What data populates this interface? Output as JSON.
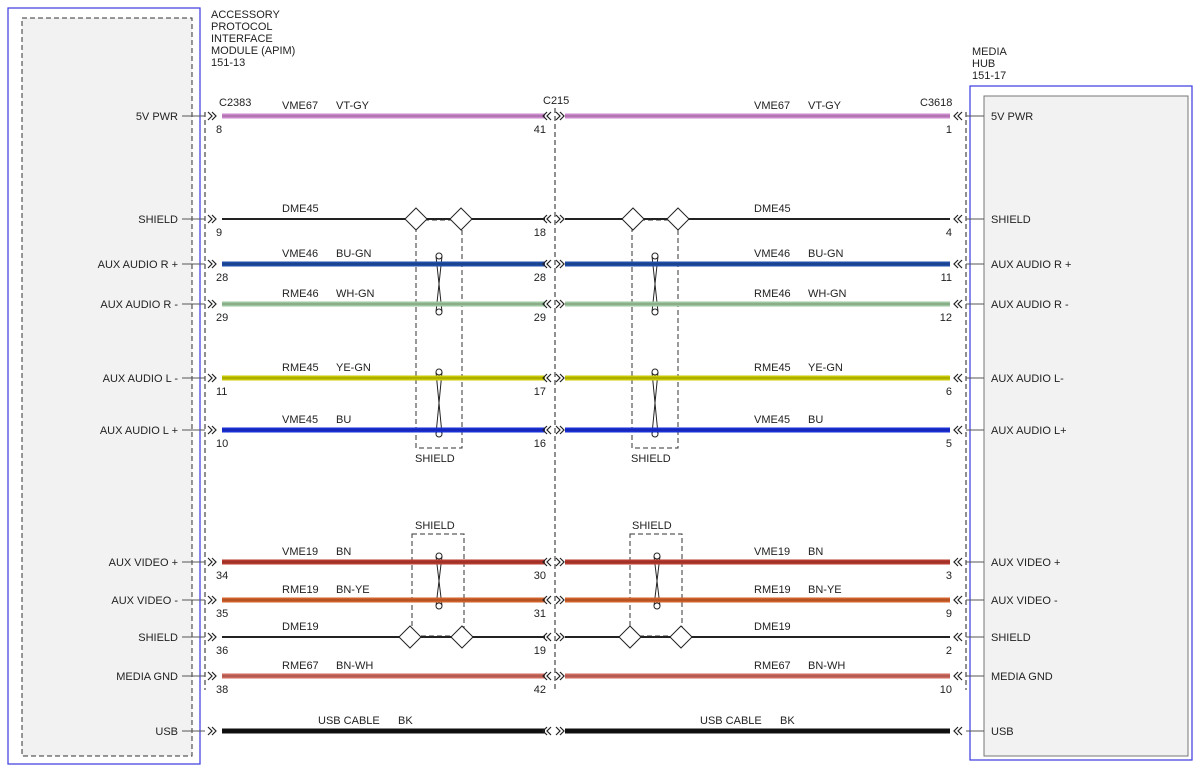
{
  "modules": {
    "left": {
      "lines": [
        "ACCESSORY",
        "PROTOCOL",
        "INTERFACE",
        "MODULE (APIM)",
        "151-13"
      ]
    },
    "right": {
      "lines": [
        "MEDIA",
        "HUB",
        "151-17"
      ]
    }
  },
  "connectors": {
    "left": "C2383",
    "mid": "C215",
    "right": "C3618"
  },
  "shield_label": "SHIELD",
  "colors": {
    "VT-GY": "#cc88cc",
    "BU-GN": "#1f4fa6",
    "WH-GN": "#9fc79f",
    "YE-GN": "#c8c800",
    "BU": "#1a2fd6",
    "BN": "#b83a2e",
    "BN-YE": "#d2602a",
    "BK": "#111111",
    "BN-WH": "#cf6a5f",
    "module_border": "#3a3adf"
  },
  "wires": [
    {
      "left_label": "5V PWR",
      "right_label": "5V PWR",
      "circuit_left": "VME67",
      "color_left": "VT-GY",
      "circuit_right": "VME67",
      "color_right": "VT-GY",
      "pin_left": "8",
      "pin_mid_l": "41",
      "pin_mid_r": "",
      "pin_right": "1"
    },
    {
      "left_label": "SHIELD",
      "right_label": "SHIELD",
      "circuit_left": "DME45",
      "color_left": "",
      "circuit_right": "DME45",
      "color_right": "",
      "pin_left": "9",
      "pin_mid_l": "18",
      "pin_mid_r": "",
      "pin_right": "4"
    },
    {
      "left_label": "AUX AUDIO R +",
      "right_label": "AUX AUDIO R +",
      "circuit_left": "VME46",
      "color_left": "BU-GN",
      "circuit_right": "VME46",
      "color_right": "BU-GN",
      "pin_left": "28",
      "pin_mid_l": "28",
      "pin_mid_r": "",
      "pin_right": "11"
    },
    {
      "left_label": "AUX AUDIO R -",
      "right_label": "AUX AUDIO R -",
      "circuit_left": "RME46",
      "color_left": "WH-GN",
      "circuit_right": "RME46",
      "color_right": "WH-GN",
      "pin_left": "29",
      "pin_mid_l": "29",
      "pin_mid_r": "",
      "pin_right": "12"
    },
    {
      "left_label": "AUX AUDIO L -",
      "right_label": "AUX AUDIO L-",
      "circuit_left": "RME45",
      "color_left": "YE-GN",
      "circuit_right": "RME45",
      "color_right": "YE-GN",
      "pin_left": "11",
      "pin_mid_l": "17",
      "pin_mid_r": "",
      "pin_right": "6"
    },
    {
      "left_label": "AUX AUDIO L +",
      "right_label": "AUX AUDIO L+",
      "circuit_left": "VME45",
      "color_left": "BU",
      "circuit_right": "VME45",
      "color_right": "BU",
      "pin_left": "10",
      "pin_mid_l": "16",
      "pin_mid_r": "",
      "pin_right": "5"
    },
    {
      "left_label": "AUX VIDEO +",
      "right_label": "AUX VIDEO +",
      "circuit_left": "VME19",
      "color_left": "BN",
      "circuit_right": "VME19",
      "color_right": "BN",
      "pin_left": "34",
      "pin_mid_l": "30",
      "pin_mid_r": "",
      "pin_right": "3"
    },
    {
      "left_label": "AUX VIDEO -",
      "right_label": "AUX VIDEO -",
      "circuit_left": "RME19",
      "color_left": "BN-YE",
      "circuit_right": "RME19",
      "color_right": "BN-YE",
      "pin_left": "35",
      "pin_mid_l": "31",
      "pin_mid_r": "",
      "pin_right": "9"
    },
    {
      "left_label": "SHIELD",
      "right_label": "SHIELD",
      "circuit_left": "DME19",
      "color_left": "",
      "circuit_right": "DME19",
      "color_right": "",
      "pin_left": "36",
      "pin_mid_l": "19",
      "pin_mid_r": "",
      "pin_right": "2"
    },
    {
      "left_label": "MEDIA GND",
      "right_label": "MEDIA GND",
      "circuit_left": "RME67",
      "color_left": "BN-WH",
      "circuit_right": "RME67",
      "color_right": "BN-WH",
      "pin_left": "38",
      "pin_mid_l": "42",
      "pin_mid_r": "",
      "pin_right": "10"
    },
    {
      "left_label": "USB",
      "right_label": "USB",
      "circuit_left": "USB CABLE",
      "color_left": "BK",
      "circuit_right": "USB CABLE",
      "color_right": "BK",
      "pin_left": "",
      "pin_mid_l": "",
      "pin_mid_r": "",
      "pin_right": ""
    }
  ]
}
